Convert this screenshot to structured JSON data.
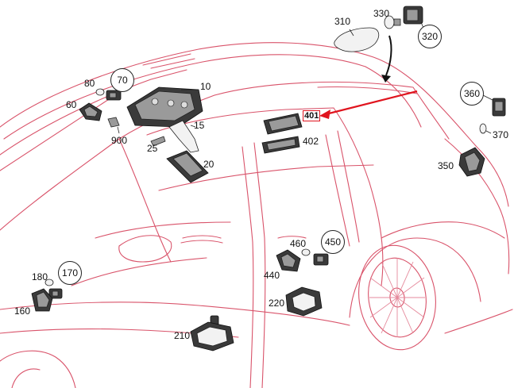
{
  "labels": {
    "p10": "10",
    "p15": "15",
    "p20": "20",
    "p25": "25",
    "p60": "60",
    "p70": "70",
    "p80": "80",
    "p160": "160",
    "p170": "170",
    "p180": "180",
    "p210": "210",
    "p220": "220",
    "p310": "310",
    "p320": "320",
    "p330": "330",
    "p350": "350",
    "p360": "360",
    "p370": "370",
    "p401": "401",
    "p402": "402",
    "p440": "440",
    "p450": "450",
    "p460": "460",
    "p900": "900"
  },
  "colors": {
    "car_outline": "#d9536a",
    "highlight_arrow": "#e0141e",
    "part_fill": "#3a3a3a",
    "label_text": "#111111"
  }
}
